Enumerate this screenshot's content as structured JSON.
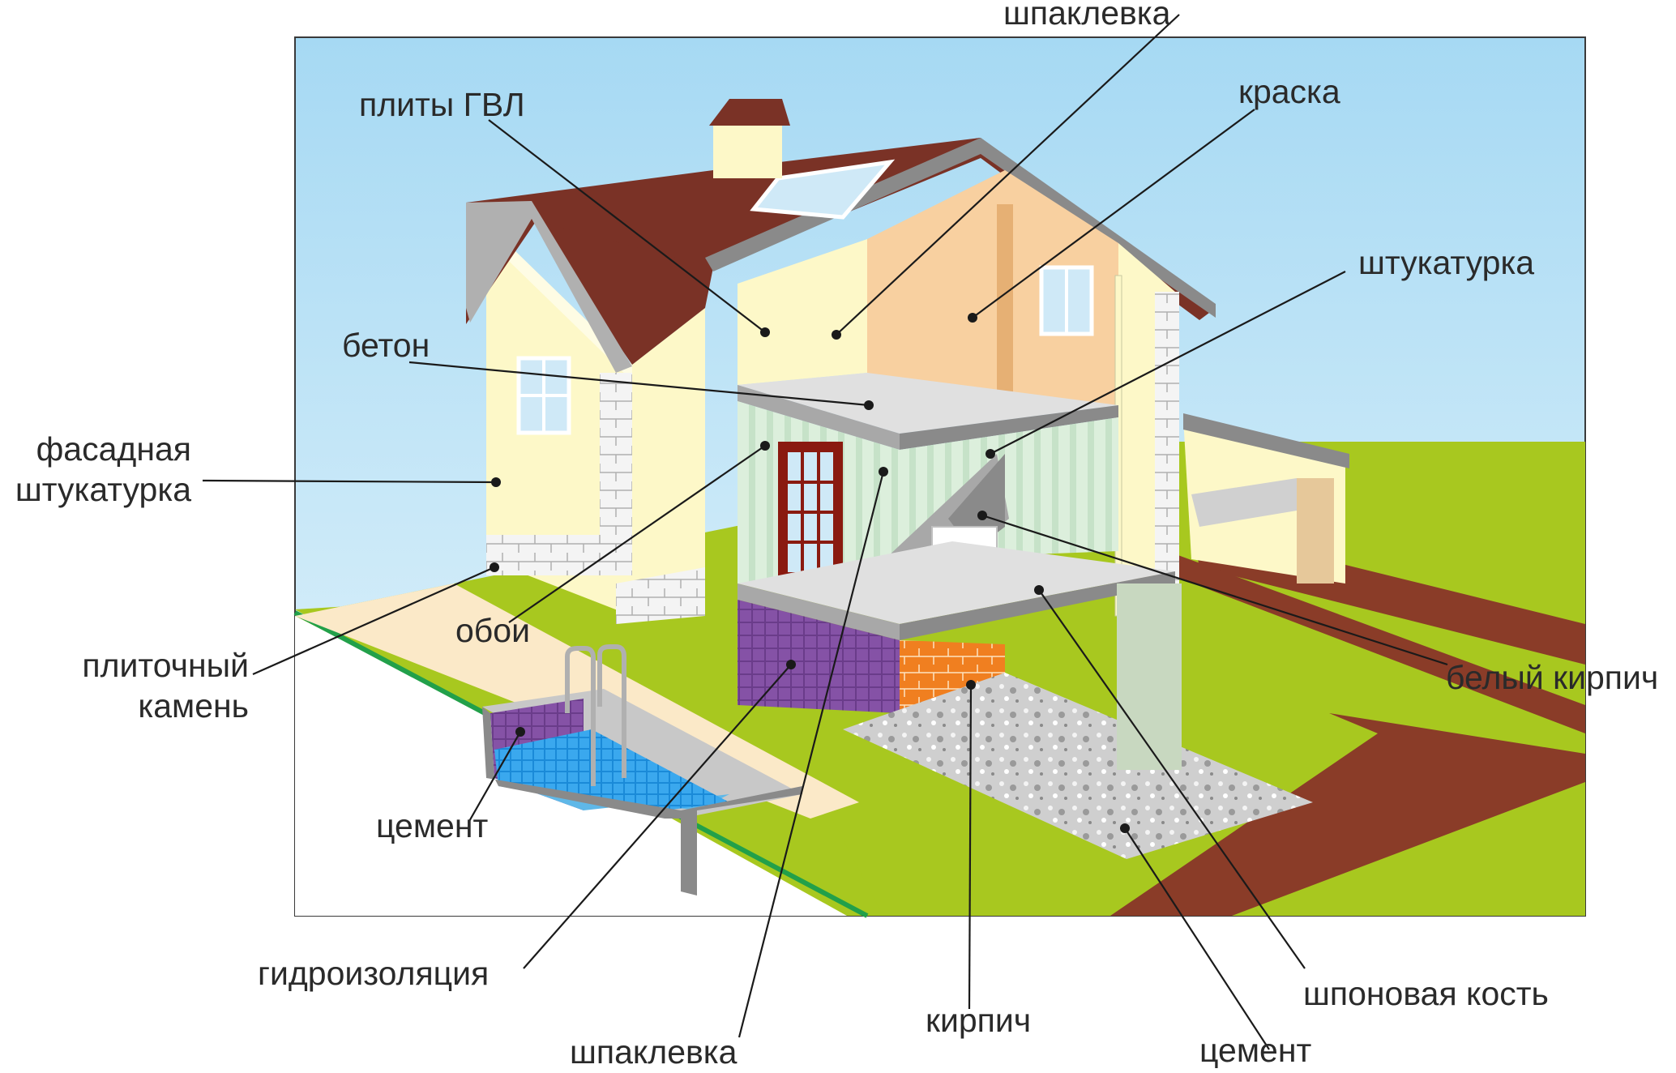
{
  "labels": {
    "shpaklevka_top": "шпаклевка",
    "plity_gvl": "плиты ГВЛ",
    "kraska": "краска",
    "shtukaturka": "штукатурка",
    "beton": "бетон",
    "fasadnaya_line1": "фасадная",
    "fasadnaya_line2": "штукатурка",
    "oboi": "обои",
    "belyy_kirpich": "белый кирпич",
    "plitochnyy_line1": "плиточный",
    "plitochnyy_line2": "камень",
    "tsement_pool": "цемент",
    "gidroizolyatsiya": "гидроизоляция",
    "shpaklevka_bottom": "шпаклевка",
    "kirpich": "кирпич",
    "tsement_bottom": "цемент",
    "shponovaya_kost": "шпоновая кость"
  },
  "colors": {
    "sky": "#b8e2f5",
    "grass": "#a8c81f",
    "roof": "#7a3226",
    "wall_cream": "#fdf8c8",
    "wall_peach": "#f8d0a0",
    "wallpaper": "#d8ecd8",
    "brick_orange": "#f07f20",
    "tile_purple": "#7a4a9a",
    "pool_water": "#2aa0e8",
    "path_brown": "#8a3c28",
    "concrete": "#dcdcdc",
    "frame_border": "#3a3a3a"
  }
}
